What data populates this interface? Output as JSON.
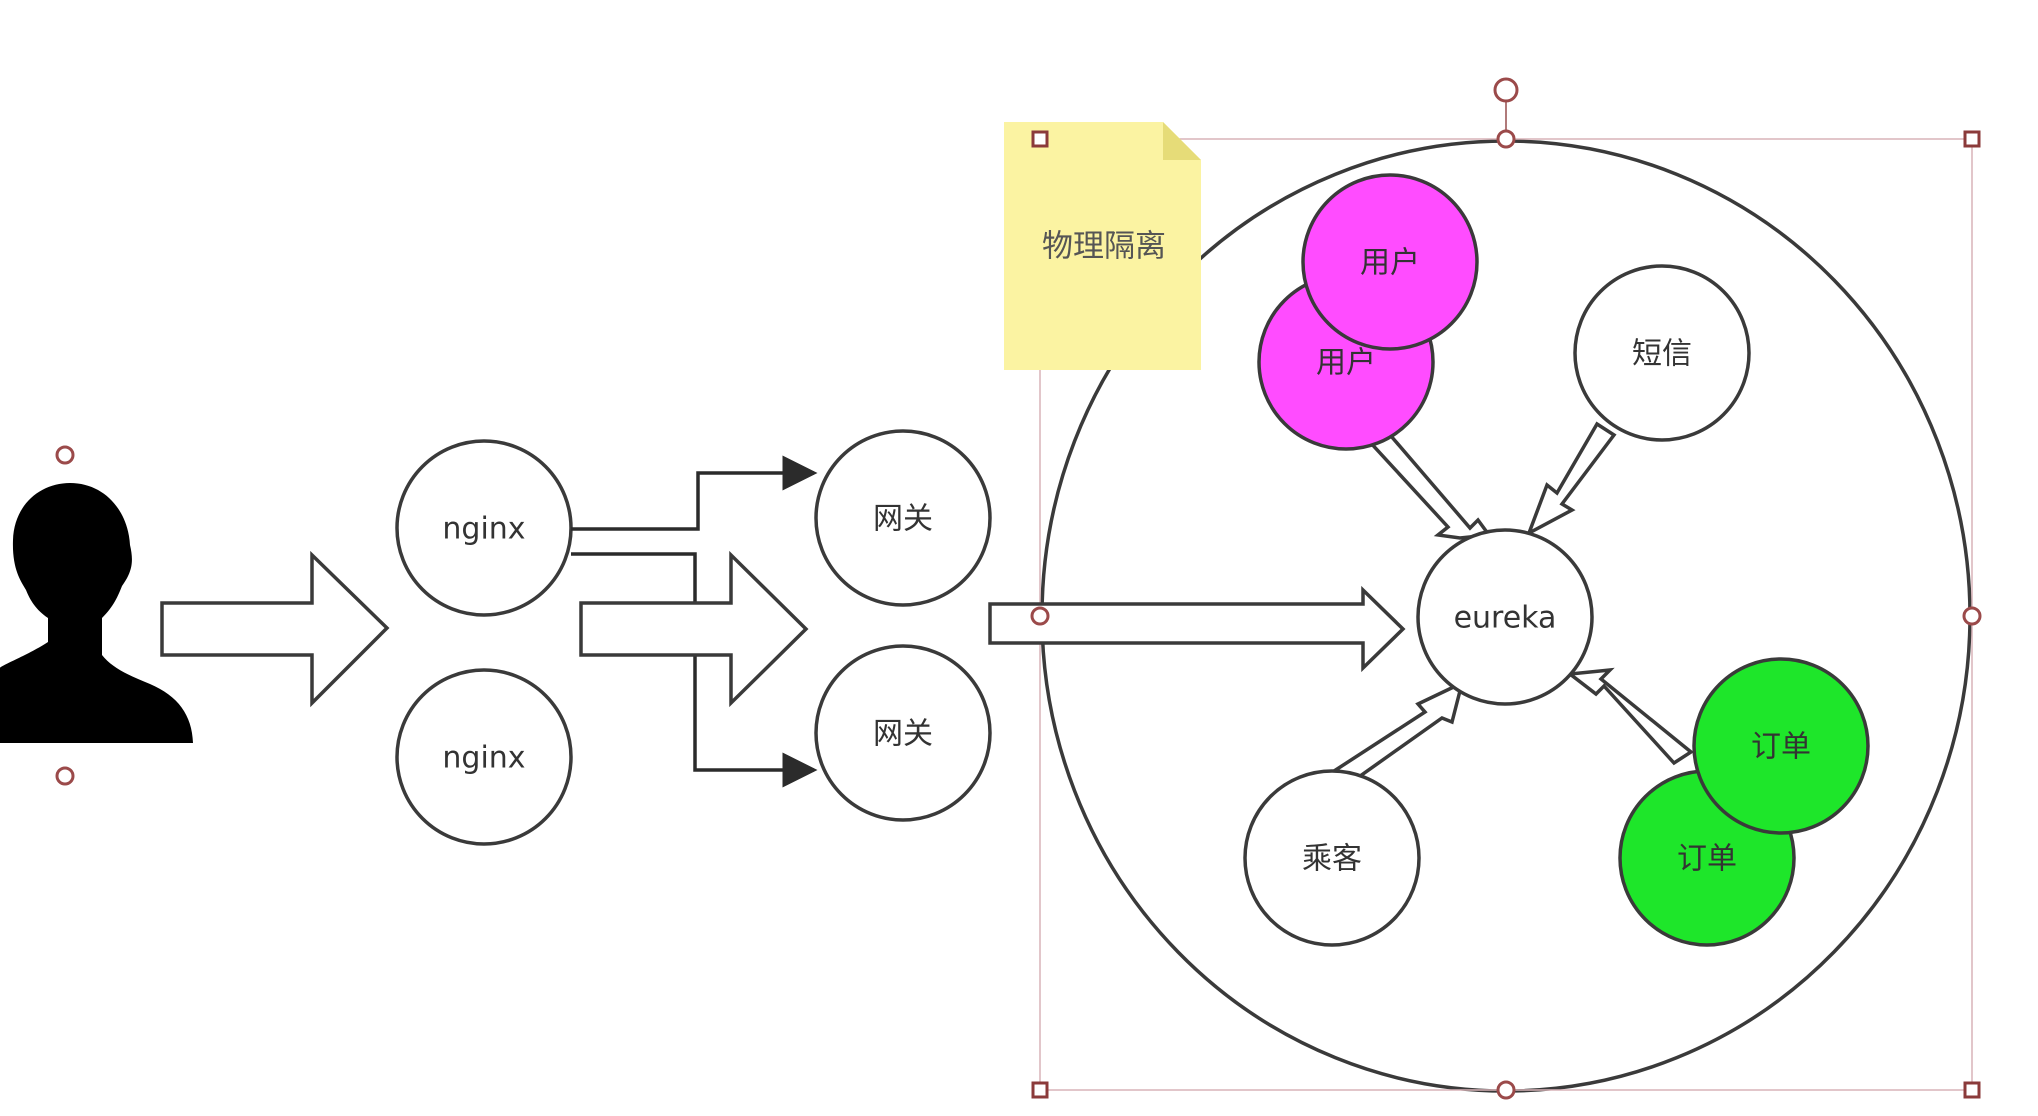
{
  "diagram": {
    "nodes": {
      "nginx_1": "nginx",
      "nginx_2": "nginx",
      "gateway_1": "网关",
      "gateway_2": "网关",
      "eureka": "eureka",
      "user_back": "用户",
      "user_front": "用户",
      "sms": "短信",
      "passenger": "乘客",
      "order_back": "订单",
      "order_front": "订单"
    },
    "note": "物理隔离",
    "colors": {
      "user_fill": "#ff4cff",
      "order_fill": "#1ee62a",
      "note_fill": "#fbf3a2",
      "outline": "#3a3a3a",
      "selection_handle": "#8b3a3a"
    },
    "icons": {
      "user_silhouette": "person-icon"
    }
  }
}
